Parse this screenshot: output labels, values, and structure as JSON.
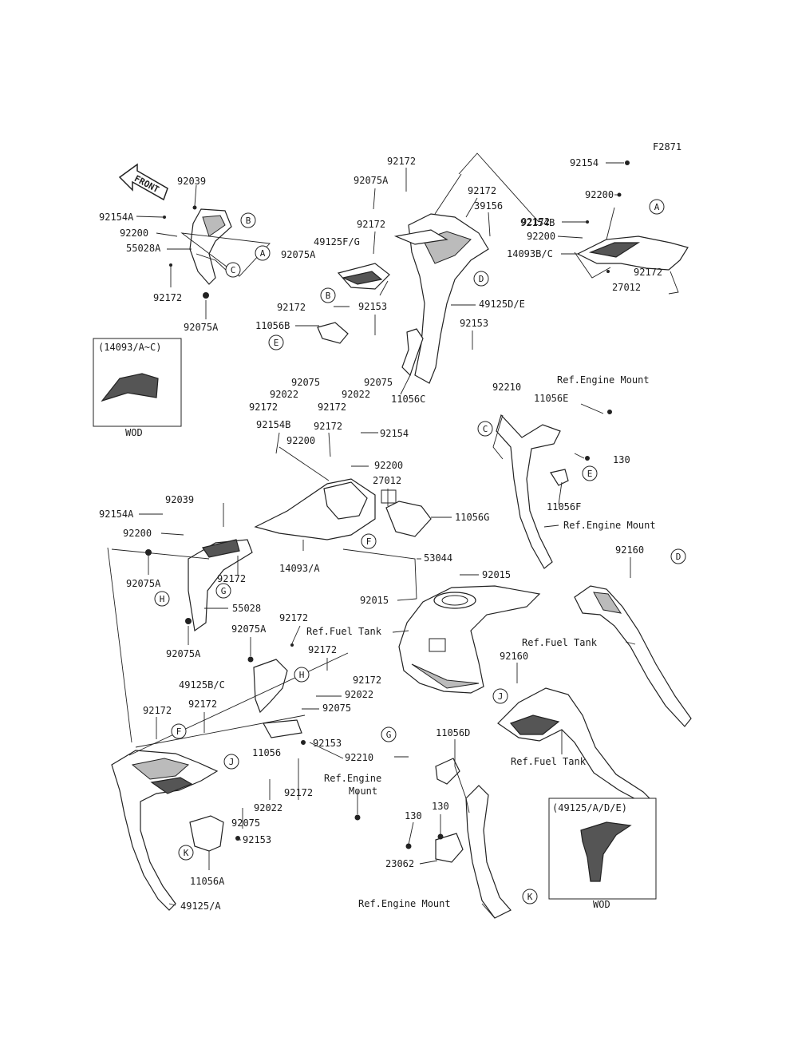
{
  "figure_code": "F2871",
  "front_arrow_label": "FRONT",
  "part_labels": [
    {
      "id": "p1",
      "text": "92039"
    },
    {
      "id": "p2",
      "text": "92154A"
    },
    {
      "id": "p3",
      "text": "92200"
    },
    {
      "id": "p4",
      "text": "55028A"
    },
    {
      "id": "p5",
      "text": "92172"
    },
    {
      "id": "p6",
      "text": "92075A"
    },
    {
      "id": "p7",
      "text": "92172"
    },
    {
      "id": "p8",
      "text": "92075A"
    },
    {
      "id": "p9",
      "text": "92172"
    },
    {
      "id": "p10",
      "text": "92172"
    },
    {
      "id": "p11",
      "text": "39156"
    },
    {
      "id": "p12",
      "text": "92172"
    },
    {
      "id": "p13",
      "text": "49125F/G"
    },
    {
      "id": "p14",
      "text": "92075A"
    },
    {
      "id": "p15",
      "text": "49125D/E"
    },
    {
      "id": "p16",
      "text": "92172"
    },
    {
      "id": "p17",
      "text": "92153"
    },
    {
      "id": "p18",
      "text": "11056B"
    },
    {
      "id": "p19",
      "text": "92153"
    },
    {
      "id": "p20",
      "text": "92075"
    },
    {
      "id": "p21",
      "text": "92075"
    },
    {
      "id": "p22",
      "text": "92022"
    },
    {
      "id": "p23",
      "text": "92022"
    },
    {
      "id": "p24",
      "text": "92172"
    },
    {
      "id": "p25",
      "text": "92172"
    },
    {
      "id": "p26",
      "text": "11056C"
    },
    {
      "id": "p27",
      "text": "92154"
    },
    {
      "id": "p28",
      "text": "92200"
    },
    {
      "id": "p29",
      "text": "92154B"
    },
    {
      "id": "p30",
      "text": "92200"
    },
    {
      "id": "p31",
      "text": "14093B/C"
    },
    {
      "id": "p32",
      "text": "92172"
    },
    {
      "id": "p33",
      "text": "27012"
    },
    {
      "id": "p34",
      "text": "92210"
    },
    {
      "id": "p35",
      "text": "11056E"
    },
    {
      "id": "p36",
      "text": "130"
    },
    {
      "id": "p37",
      "text": "11056F"
    },
    {
      "id": "p38",
      "text": "92154B"
    },
    {
      "id": "p39",
      "text": "92172"
    },
    {
      "id": "p40",
      "text": "92154"
    },
    {
      "id": "p41",
      "text": "92200"
    },
    {
      "id": "p42",
      "text": "92200"
    },
    {
      "id": "p43",
      "text": "27012"
    },
    {
      "id": "p44",
      "text": "11056G"
    },
    {
      "id": "p45",
      "text": "92039"
    },
    {
      "id": "p46",
      "text": "92154A"
    },
    {
      "id": "p47",
      "text": "92200"
    },
    {
      "id": "p48",
      "text": "92075A"
    },
    {
      "id": "p49",
      "text": "92172"
    },
    {
      "id": "p50",
      "text": "14093/A"
    },
    {
      "id": "p51",
      "text": "53044"
    },
    {
      "id": "p52",
      "text": "55028"
    },
    {
      "id": "p53",
      "text": "92075A"
    },
    {
      "id": "p54",
      "text": "92015"
    },
    {
      "id": "p55",
      "text": "92015"
    },
    {
      "id": "p56",
      "text": "92160"
    },
    {
      "id": "p57",
      "text": "92172"
    },
    {
      "id": "p58",
      "text": "92075A"
    },
    {
      "id": "p59",
      "text": "92172"
    },
    {
      "id": "p60",
      "text": "49125B/C"
    },
    {
      "id": "p61",
      "text": "92172"
    },
    {
      "id": "p62",
      "text": "92022"
    },
    {
      "id": "p63",
      "text": "92075"
    },
    {
      "id": "p64",
      "text": "92160"
    },
    {
      "id": "p65",
      "text": "92172"
    },
    {
      "id": "p66",
      "text": "92172"
    },
    {
      "id": "p67",
      "text": "11056"
    },
    {
      "id": "p68",
      "text": "92153"
    },
    {
      "id": "p69",
      "text": "92210"
    },
    {
      "id": "p70",
      "text": "11056D"
    },
    {
      "id": "p71",
      "text": "92022"
    },
    {
      "id": "p72",
      "text": "92172"
    },
    {
      "id": "p73",
      "text": "92075"
    },
    {
      "id": "p74",
      "text": "92153"
    },
    {
      "id": "p75",
      "text": "130"
    },
    {
      "id": "p76",
      "text": "130"
    },
    {
      "id": "p77",
      "text": "11056A"
    },
    {
      "id": "p78",
      "text": "23062"
    },
    {
      "id": "p79",
      "text": "49125/A"
    }
  ],
  "reference_labels": [
    {
      "id": "r1",
      "text": "Ref.Engine Mount"
    },
    {
      "id": "r2",
      "text": "Ref.Engine Mount"
    },
    {
      "id": "r3",
      "text": "Ref.Fuel Tank"
    },
    {
      "id": "r4",
      "text": "Ref.Fuel Tank"
    },
    {
      "id": "r5",
      "text": "Ref.Fuel Tank"
    },
    {
      "id": "r6",
      "text": "Ref.Engine"
    },
    {
      "id": "r7",
      "text": "Mount"
    },
    {
      "id": "r8",
      "text": "Ref.Engine Mount"
    }
  ],
  "callouts": [
    {
      "id": "c1",
      "text": "B"
    },
    {
      "id": "c2",
      "text": "A"
    },
    {
      "id": "c3",
      "text": "C"
    },
    {
      "id": "c4",
      "text": "B"
    },
    {
      "id": "c5",
      "text": "D"
    },
    {
      "id": "c6",
      "text": "E"
    },
    {
      "id": "c7",
      "text": "A"
    },
    {
      "id": "c8",
      "text": "C"
    },
    {
      "id": "c9",
      "text": "E"
    },
    {
      "id": "c10",
      "text": "F"
    },
    {
      "id": "c11",
      "text": "H"
    },
    {
      "id": "c12",
      "text": "G"
    },
    {
      "id": "c13",
      "text": "D"
    },
    {
      "id": "c14",
      "text": "H"
    },
    {
      "id": "c15",
      "text": "J"
    },
    {
      "id": "c16",
      "text": "F"
    },
    {
      "id": "c17",
      "text": "J"
    },
    {
      "id": "c18",
      "text": "G"
    },
    {
      "id": "c19",
      "text": "K"
    },
    {
      "id": "c20",
      "text": "K"
    }
  ],
  "inset_wod_1": {
    "header": "(14093/A~C)",
    "footer": "WOD"
  },
  "inset_wod_2": {
    "header": "(49125/A/D/E)",
    "footer": "WOD"
  }
}
